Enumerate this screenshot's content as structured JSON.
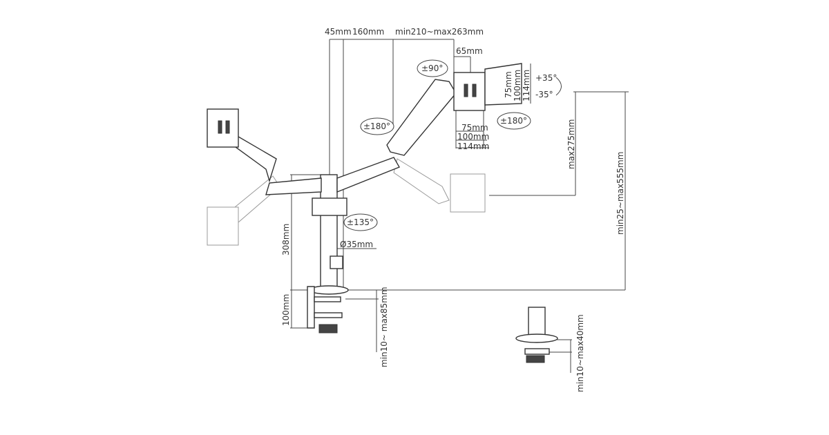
{
  "dimensions": {
    "offset_45": "45mm",
    "offset_160": "160mm",
    "arm_length": "min210~max263mm",
    "vesa_offset": "65mm",
    "vesa_h_75": "75mm",
    "vesa_h_100": "100mm",
    "vesa_h_114": "114mm",
    "vesa_v_75": "75mm",
    "vesa_v_100": "100mm",
    "vesa_v_114": "114mm",
    "height_arm": "max275mm",
    "height_total": "min25~max555mm",
    "pole_height": "308mm",
    "clamp_height": "100mm",
    "clamp_range": "min10~ max85mm",
    "grommet_range": "min10~max40mm",
    "pole_diameter": "Ø35mm"
  },
  "rotations": {
    "rotate": "±90°",
    "tilt_up": "+35°",
    "tilt_down": "-35°",
    "swivel_head": "±180°",
    "swivel_arm": "±180°",
    "swivel_base": "±135°"
  }
}
